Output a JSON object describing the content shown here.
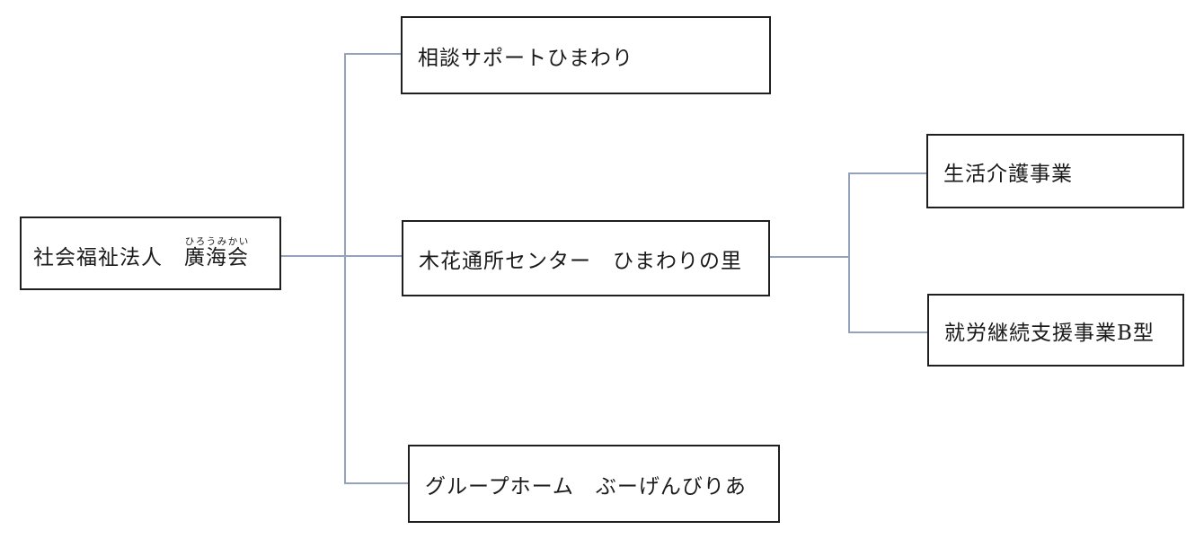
{
  "diagram": {
    "type": "organization-chart",
    "background_color": "#ffffff",
    "box_border_color": "#1f1f1f",
    "connector_color": "#94a2bb",
    "root": {
      "prefix": "社会福祉法人　",
      "name": "廣海会",
      "furigana": "ひろうみかい"
    },
    "branches": [
      {
        "label": "相談サポートひまわり"
      },
      {
        "label": "木花通所センター　ひまわりの里",
        "children": [
          {
            "label": "生活介護事業"
          },
          {
            "label": "就労継続支援事業B型"
          }
        ]
      },
      {
        "label": "グループホーム　ぶーげんびりあ"
      }
    ]
  }
}
